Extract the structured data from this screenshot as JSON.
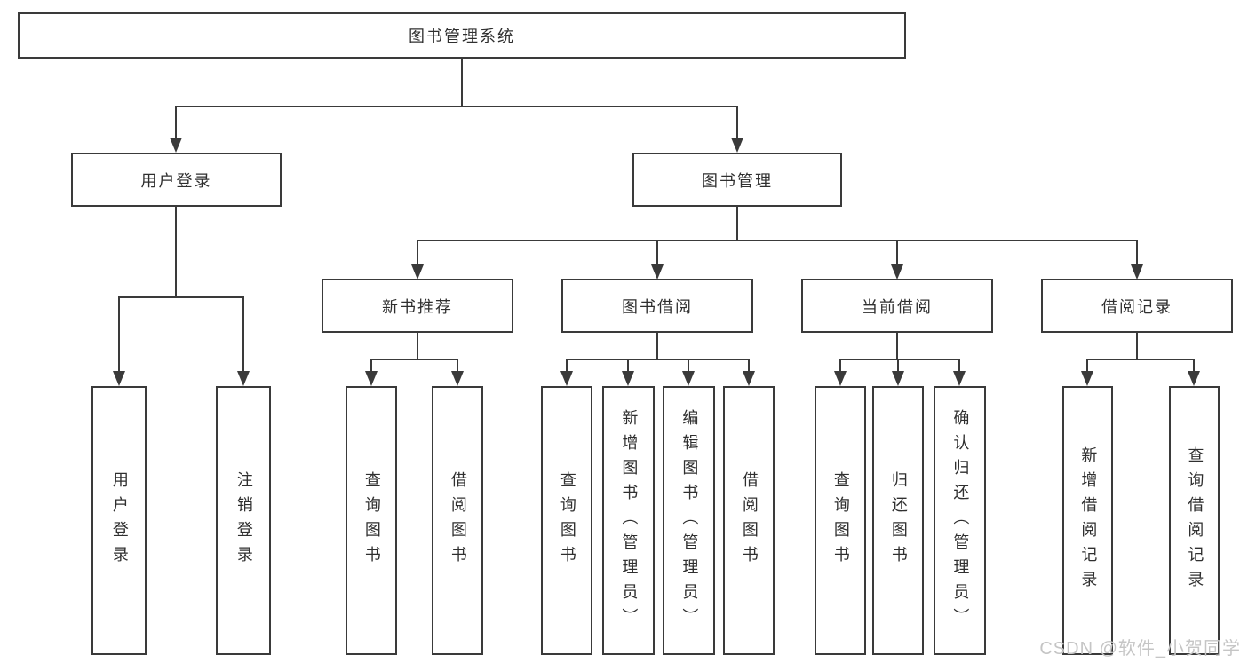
{
  "colors": {
    "line": "#3a3a3a",
    "text": "#2f2f2f",
    "watermark": "#c5c5c5",
    "bg": "#ffffff"
  },
  "watermark": {
    "text": "CSDN @软件_小贺同学"
  },
  "diagram": {
    "root": {
      "label": "图书管理系统"
    },
    "level2": [
      {
        "label": "用户登录"
      },
      {
        "label": "图书管理"
      }
    ],
    "level3": [
      {
        "label": "新书推荐"
      },
      {
        "label": "图书借阅"
      },
      {
        "label": "当前借阅"
      },
      {
        "label": "借阅记录"
      }
    ],
    "leaves": {
      "user_login": [
        "用户登录",
        "注销登录"
      ],
      "new_book_recommend": [
        "查询图书",
        "借阅图书"
      ],
      "book_borrow": [
        "查询图书",
        "新增图书（管理员）",
        "编辑图书（管理员）",
        "借阅图书"
      ],
      "current_borrow": [
        "查询图书",
        "归还图书",
        "确认归还（管理员）"
      ],
      "borrow_records": [
        "新增借阅记录",
        "查询借阅记录"
      ]
    }
  }
}
